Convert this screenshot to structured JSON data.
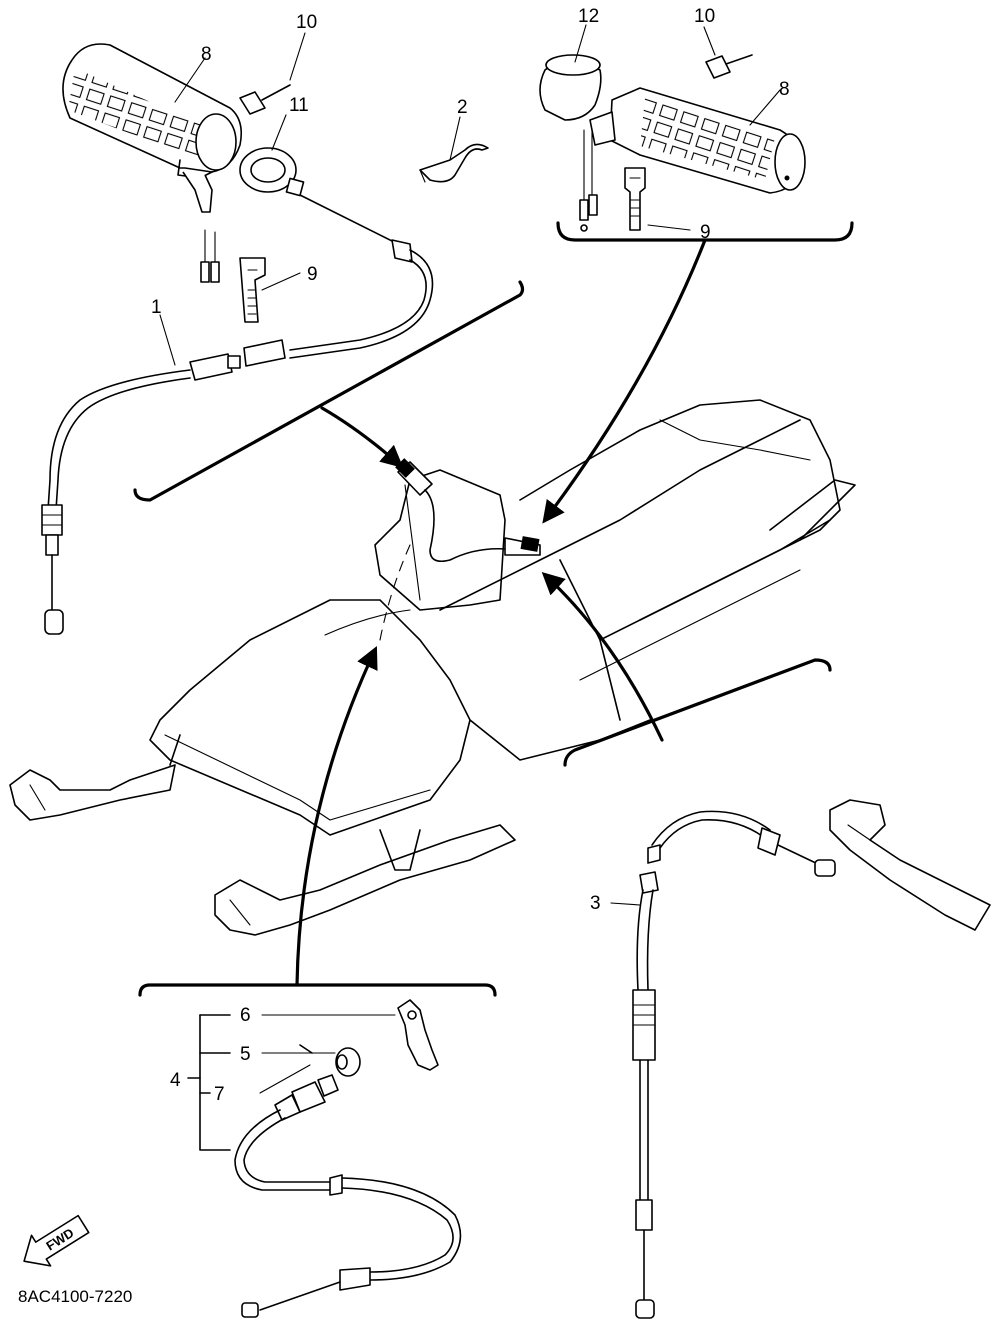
{
  "diagram": {
    "document_code": "8AC4100-7220",
    "forward_marker": "FWD",
    "callouts": {
      "throttle_cable": "1",
      "clip": "2",
      "brake_cable": "3",
      "choke_assembly": "4",
      "choke_nut": "5",
      "choke_lever": "6",
      "choke_spring": "7",
      "grip_left": "8",
      "grip_right": "8",
      "band_left": "9",
      "band_right": "9",
      "screw_left": "10",
      "screw_right": "10",
      "collar": "11",
      "end_cap": "12"
    }
  }
}
